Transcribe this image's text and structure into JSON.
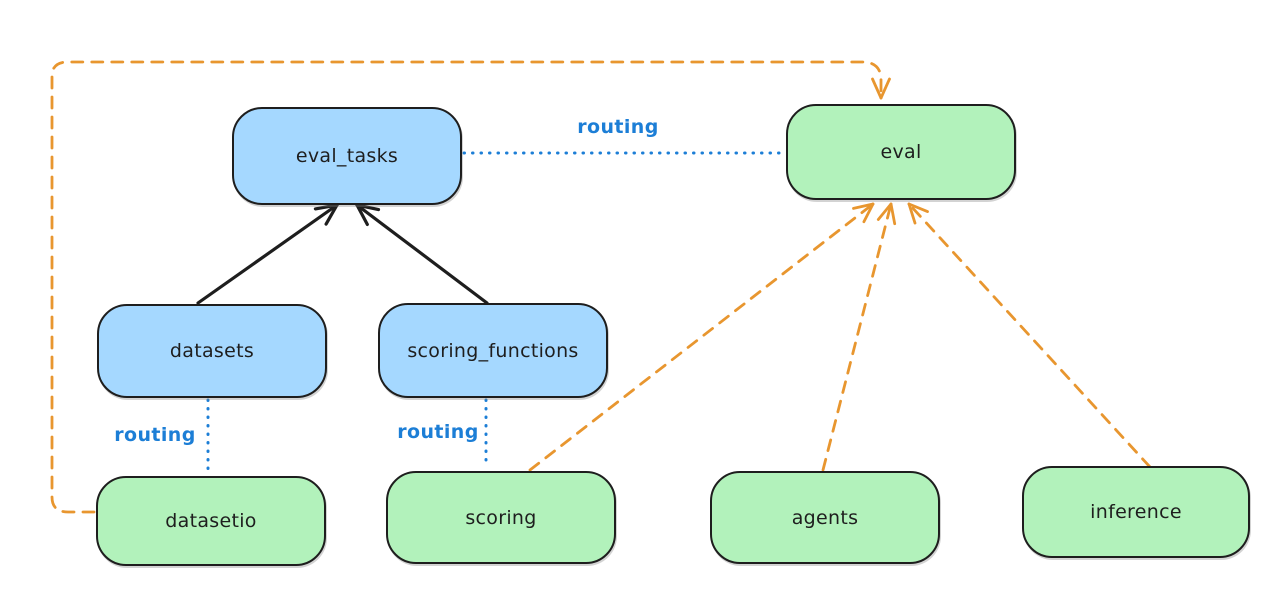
{
  "diagram": {
    "nodes": [
      {
        "id": "eval_tasks",
        "label": "eval_tasks",
        "group": "resource",
        "fill": "#a5d8ff"
      },
      {
        "id": "eval",
        "label": "eval",
        "group": "api",
        "fill": "#b2f2bb"
      },
      {
        "id": "datasets",
        "label": "datasets",
        "group": "resource",
        "fill": "#a5d8ff"
      },
      {
        "id": "scoring_functions",
        "label": "scoring_functions",
        "group": "resource",
        "fill": "#a5d8ff"
      },
      {
        "id": "datasetio",
        "label": "datasetio",
        "group": "api",
        "fill": "#b2f2bb"
      },
      {
        "id": "scoring",
        "label": "scoring",
        "group": "api",
        "fill": "#b2f2bb"
      },
      {
        "id": "agents",
        "label": "agents",
        "group": "api",
        "fill": "#b2f2bb"
      },
      {
        "id": "inference",
        "label": "inference",
        "group": "api",
        "fill": "#b2f2bb"
      }
    ],
    "edges": [
      {
        "from": "datasets",
        "to": "eval_tasks",
        "style": "solid-arrow",
        "color": "#1e1e1e",
        "label": ""
      },
      {
        "from": "scoring_functions",
        "to": "eval_tasks",
        "style": "solid-arrow",
        "color": "#1e1e1e",
        "label": ""
      },
      {
        "from": "eval_tasks",
        "to": "eval",
        "style": "dotted-line",
        "color": "#1c7ed6",
        "label": "routing"
      },
      {
        "from": "datasets",
        "to": "datasetio",
        "style": "dotted-line",
        "color": "#1c7ed6",
        "label": "routing"
      },
      {
        "from": "scoring_functions",
        "to": "scoring",
        "style": "dotted-line",
        "color": "#1c7ed6",
        "label": "routing"
      },
      {
        "from": "datasetio",
        "to": "eval",
        "style": "dashed-arrow",
        "color": "#e8962f",
        "label": ""
      },
      {
        "from": "scoring",
        "to": "eval",
        "style": "dashed-arrow",
        "color": "#e8962f",
        "label": ""
      },
      {
        "from": "agents",
        "to": "eval",
        "style": "dashed-arrow",
        "color": "#e8962f",
        "label": ""
      },
      {
        "from": "inference",
        "to": "eval",
        "style": "dashed-arrow",
        "color": "#e8962f",
        "label": ""
      }
    ],
    "routing_labels": [
      {
        "text": "routing"
      },
      {
        "text": "routing"
      },
      {
        "text": "routing"
      }
    ],
    "colors": {
      "node_blue": "#a5d8ff",
      "node_green": "#b2f2bb",
      "border_black": "#1e1e1e",
      "arrow_orange": "#e8962f",
      "routing_blue": "#1c7ed6",
      "background": "#ffffff"
    }
  }
}
